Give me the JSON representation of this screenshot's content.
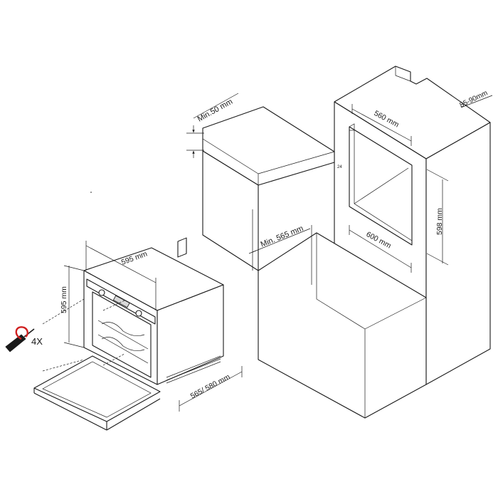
{
  "labels": {
    "min_gap_top": "Min.50 mm",
    "depth_gap": "85-90mm",
    "niche_width_inner": "560 mm",
    "small_mark": "24",
    "niche_height": "598 mm",
    "niche_width_outer": "600 mm",
    "min_depth": "Min. 565 mm",
    "oven_width": "595 mm",
    "oven_height": "595 mm",
    "oven_depth": "565/ 580 mm",
    "screw_count": "4X"
  },
  "colors": {
    "line": "#1a1a1a",
    "accent": "#d02020",
    "background": "#ffffff"
  },
  "icons": {
    "screwdriver": "screwdriver-icon",
    "arrow": "curved-arrow-icon"
  }
}
